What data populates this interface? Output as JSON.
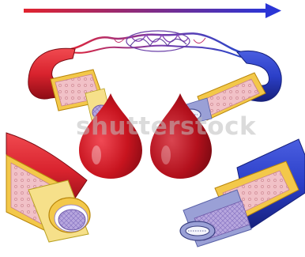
{
  "image": {
    "subject": "vascular-illustration",
    "watermark_text": "shutterstock",
    "colors": {
      "artery_red": "#d9232e",
      "artery_dark": "#9b0f1a",
      "vein_blue": "#2b3fc8",
      "vein_dark": "#1a2590",
      "capillary_purple": "#6a3fa8",
      "blood_red": "#c8141f",
      "muscle_yellow": "#f3c84a",
      "tissue_pink": "#f1c1c7",
      "endothelium_lavender": "#b7a6de"
    },
    "arrow": {
      "from_color": "#e2232e",
      "to_color": "#2a35d6",
      "direction": "right"
    }
  }
}
